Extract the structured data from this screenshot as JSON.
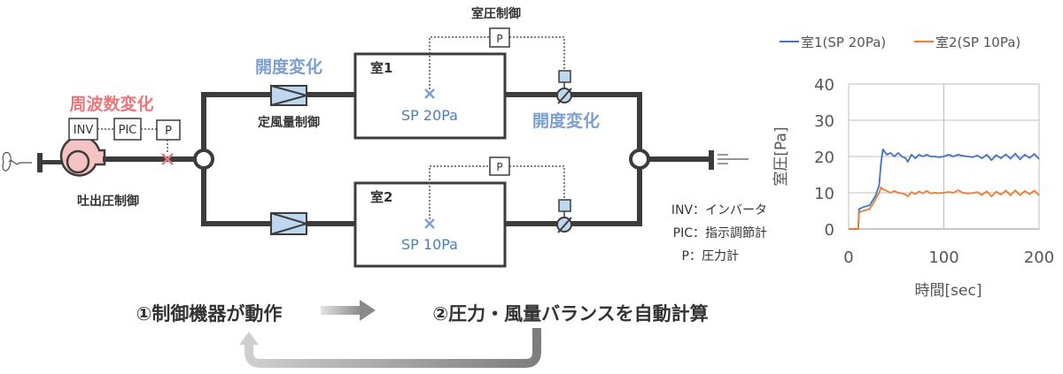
{
  "diagram": {
    "fan": {
      "change_label": "周波数変化",
      "control_label": "吐出圧制御",
      "inv": "INV",
      "pic": "PIC",
      "p": "P"
    },
    "damper": {
      "change_label": "開度変化",
      "control_label": "定風量制御"
    },
    "room_pressure_label": "室圧制御",
    "rooms": [
      {
        "name": "室1",
        "sp": "SP 20Pa",
        "p": "P"
      },
      {
        "name": "室2",
        "sp": "SP 10Pa",
        "p": "P"
      }
    ],
    "valve_change_label": "開度変化",
    "legend_notes": [
      "INV：インバータ",
      "PIC：指示調節計",
      "P：圧力計"
    ],
    "bottom": {
      "step1": "①制御機器が動作",
      "step2": "②圧力・風量バランスを自動計算"
    },
    "colors": {
      "pipe": "#3c3c3c",
      "accent_red": "#e8777a",
      "accent_blue": "#7c9fd1",
      "fan_fill": "#f6c3c3",
      "component_fill": "#bcd7ee",
      "sp_text": "#4a7fb4"
    }
  },
  "chart_data": {
    "type": "line",
    "title": "",
    "xlabel": "時間[sec]",
    "ylabel": "室圧[Pa]",
    "xlim": [
      0,
      200
    ],
    "ylim": [
      0,
      40
    ],
    "xticks": [
      0,
      100,
      200
    ],
    "yticks": [
      0,
      10,
      20,
      30,
      40
    ],
    "grid": true,
    "legend": "top",
    "series": [
      {
        "name": "室1(SP 20Pa)",
        "color": "#4472c4",
        "x": [
          0,
          10,
          11,
          15,
          22,
          28,
          32,
          34,
          36,
          40,
          44,
          48,
          52,
          56,
          60,
          62,
          66,
          70,
          74,
          78,
          82,
          86,
          90,
          95,
          100,
          105,
          110,
          115,
          120,
          125,
          130,
          135,
          140,
          145,
          150,
          155,
          160,
          165,
          170,
          175,
          180,
          185,
          190,
          195,
          200
        ],
        "values": [
          0,
          0,
          5.5,
          6,
          6.5,
          9,
          12,
          18,
          22,
          20.5,
          21,
          20,
          21,
          20,
          19.5,
          18.5,
          20.5,
          19.5,
          20.5,
          20,
          20.5,
          20,
          20,
          19.8,
          20,
          20.5,
          20,
          20.5,
          20.2,
          20,
          19.8,
          20.3,
          19.5,
          20.5,
          19,
          20.4,
          19.5,
          20.6,
          19.4,
          20.8,
          19.2,
          20.5,
          19.6,
          20.7,
          19.3
        ]
      },
      {
        "name": "室2(SP 10Pa)",
        "color": "#ed7d31",
        "x": [
          0,
          10,
          11,
          15,
          22,
          28,
          32,
          34,
          36,
          40,
          44,
          48,
          52,
          56,
          60,
          62,
          66,
          70,
          74,
          78,
          82,
          86,
          90,
          95,
          100,
          105,
          110,
          115,
          120,
          125,
          130,
          135,
          140,
          145,
          150,
          155,
          160,
          165,
          170,
          175,
          180,
          185,
          190,
          195,
          200
        ],
        "values": [
          0,
          0,
          4.5,
          5,
          5.5,
          8,
          10,
          11.5,
          11,
          10.5,
          10,
          10.5,
          10,
          9.8,
          9.5,
          9,
          10.2,
          9.6,
          10.4,
          9.8,
          10.5,
          9.8,
          10,
          9.9,
          10,
          10.2,
          10,
          10.7,
          10,
          9.8,
          9.9,
          10.2,
          9.4,
          10.4,
          9,
          10.3,
          9.5,
          10.6,
          9.3,
          10.7,
          9.3,
          10.5,
          9.6,
          10.6,
          9.3
        ]
      }
    ]
  }
}
